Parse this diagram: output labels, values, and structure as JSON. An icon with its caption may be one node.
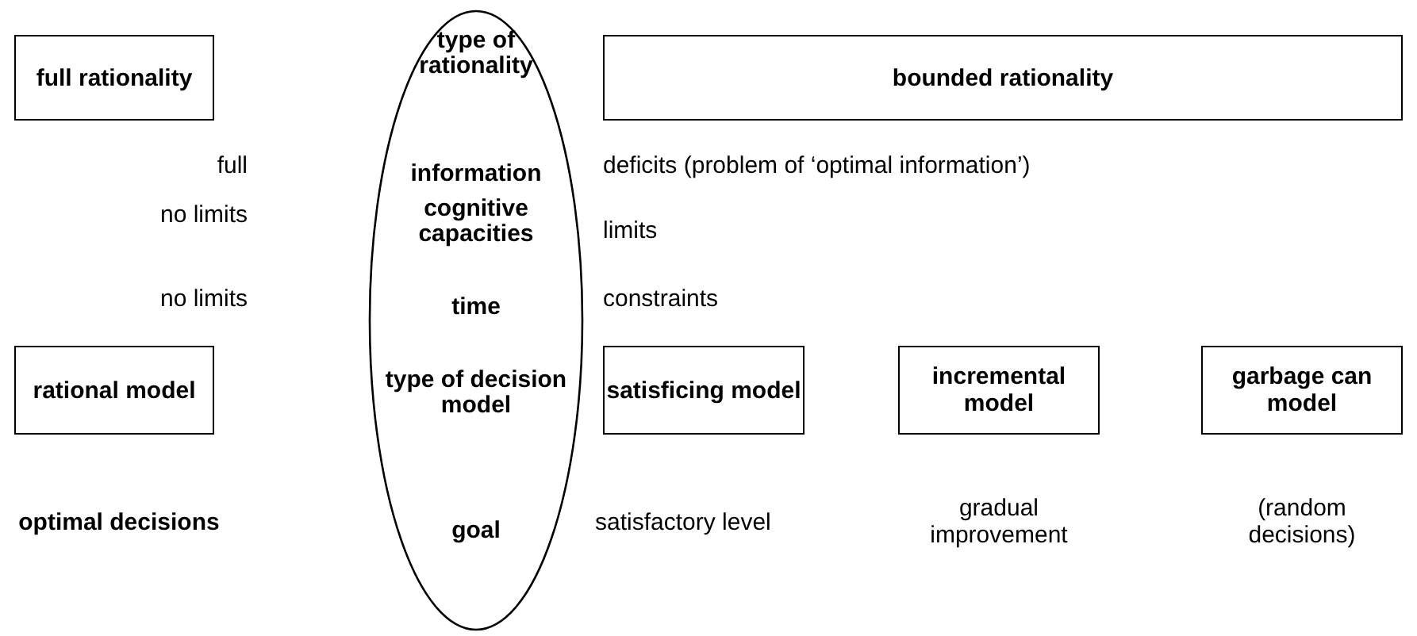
{
  "diagram": {
    "nodes": [
      {
        "text": [
          "full rationality"
        ]
      },
      {
        "text": [
          "type of rationality",
          "information",
          "cognitive capacities",
          "time",
          "type of decision model",
          "goal"
        ]
      },
      {
        "text": [
          "bounded rationality"
        ]
      },
      {
        "text": [
          "rational model"
        ]
      },
      {
        "text": [
          "satisficing model"
        ]
      },
      {
        "text": [
          "incremental model"
        ]
      },
      {
        "text": [
          "garbage can model"
        ]
      }
    ],
    "edges": [],
    "labels": [
      "full",
      "deficits (problem of ‘optimal information’)",
      "no limits",
      "limits",
      "no limits",
      "constraints",
      "optimal decisions",
      "satisfactory level",
      "gradual improvement",
      "(random decisions)"
    ]
  }
}
